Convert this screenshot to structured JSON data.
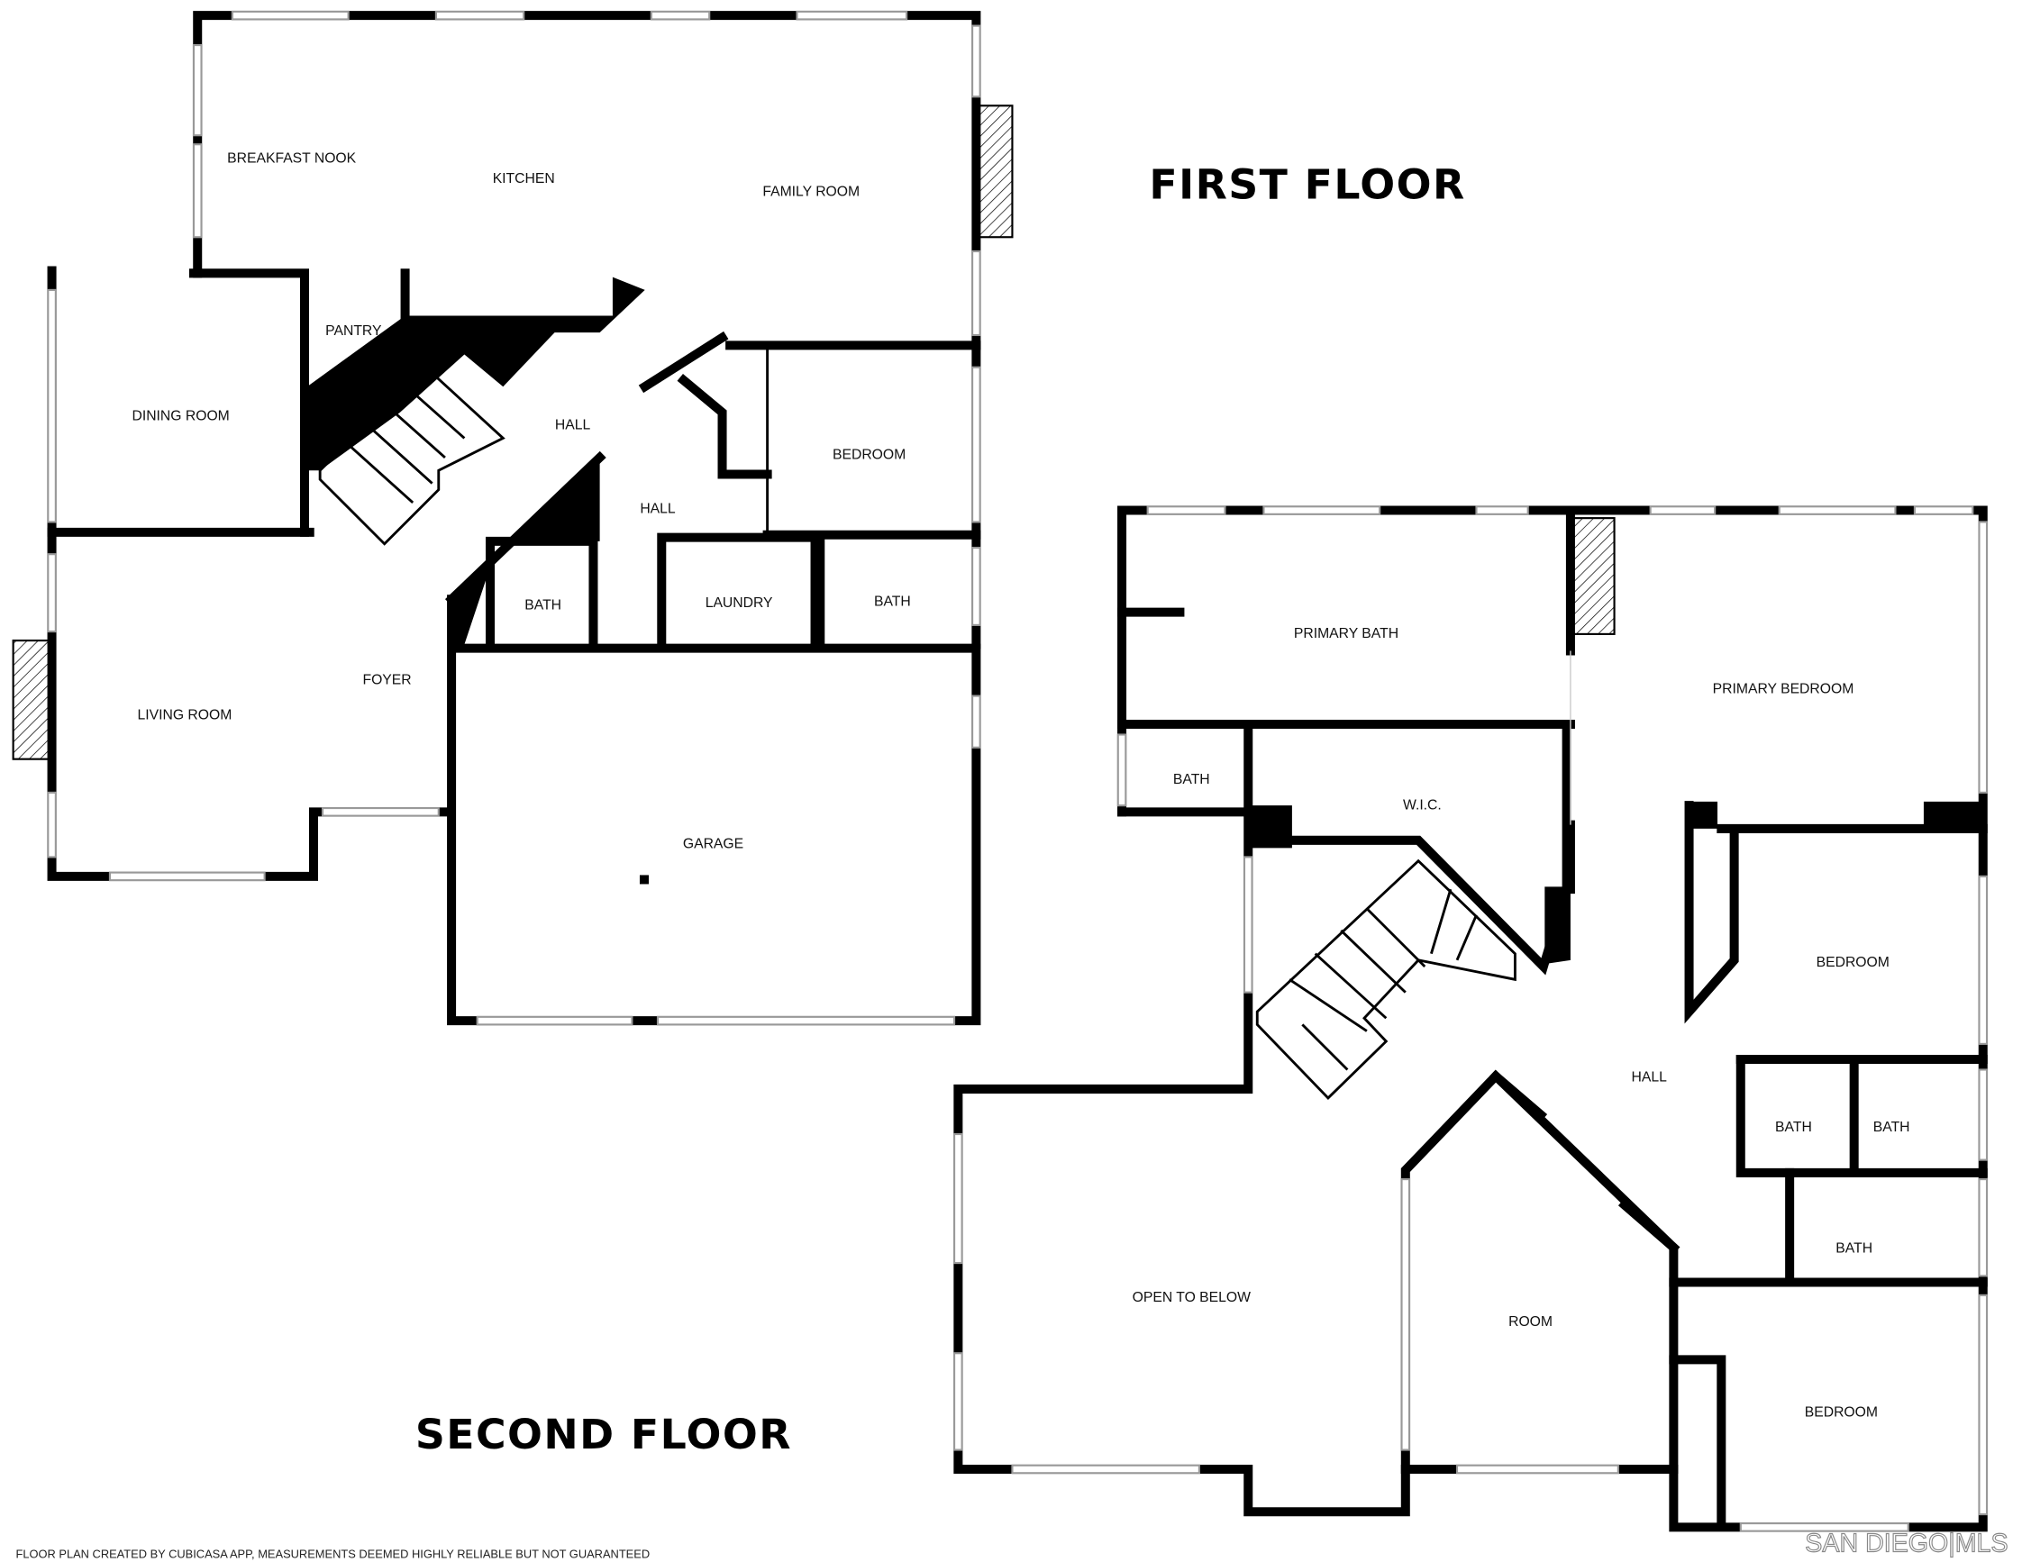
{
  "first_floor": {
    "title": "FIRST FLOOR",
    "rooms": {
      "breakfast_nook": "BREAKFAST NOOK",
      "kitchen": "KITCHEN",
      "family_room": "FAMILY ROOM",
      "pantry": "PANTRY",
      "dining_room": "DINING ROOM",
      "hall_upper": "HALL",
      "hall_lower": "HALL",
      "bedroom": "BEDROOM",
      "bath_left": "BATH",
      "laundry": "LAUNDRY",
      "bath_right": "BATH",
      "living_room": "LIVING ROOM",
      "foyer": "FOYER",
      "garage": "GARAGE"
    }
  },
  "second_floor": {
    "title": "SECOND FLOOR",
    "rooms": {
      "primary_bath": "PRIMARY BATH",
      "primary_bedroom": "PRIMARY BEDROOM",
      "bath_small": "BATH",
      "wic": "W.I.C.",
      "bedroom_east": "BEDROOM",
      "hall": "HALL",
      "bath_a": "BATH",
      "bath_b": "BATH",
      "bath_c": "BATH",
      "open_to_below": "OPEN TO BELOW",
      "room": "ROOM",
      "bedroom_south": "BEDROOM"
    }
  },
  "footer": {
    "disclaimer": "FLOOR PLAN CREATED BY CUBICASA APP, MEASUREMENTS DEEMED HIGHLY RELIABLE BUT NOT GUARANTEED",
    "logo": "SAN DIEGO|MLS"
  }
}
